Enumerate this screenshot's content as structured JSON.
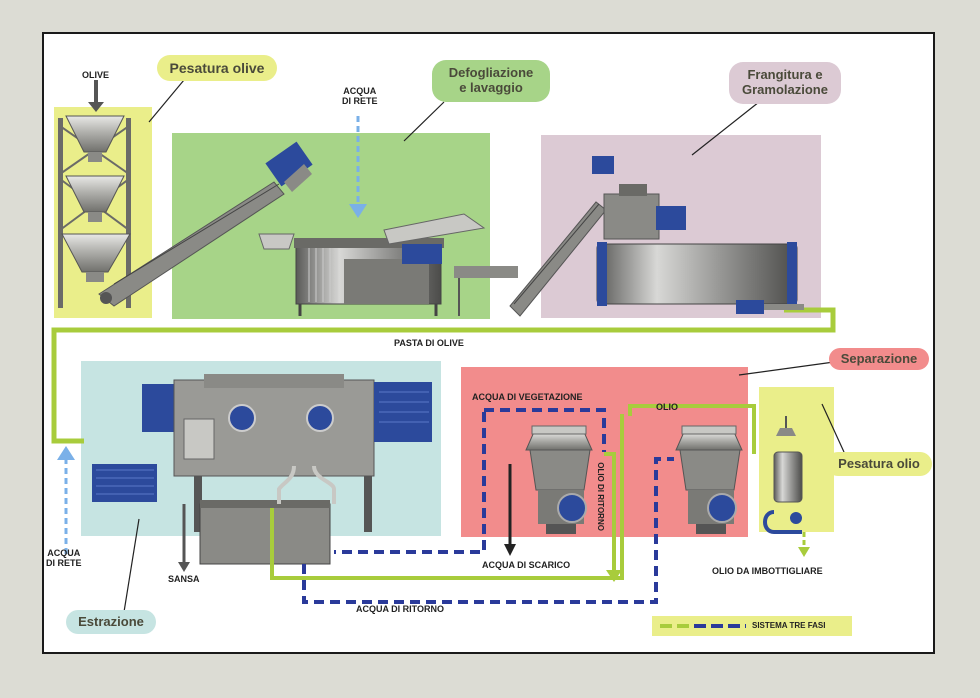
{
  "stages": {
    "pesatura_olive": "Pesatura olive",
    "defogliazione": "Defogliazione\ne lavaggio",
    "frangitura": "Frangitura e\nGramolazione",
    "separazione": "Separazione",
    "pesatura_olio": "Pesatura olio",
    "estrazione": "Estrazione"
  },
  "labels": {
    "olive": "OLIVE",
    "acqua_rete_top": "ACQUA\nDI RETE",
    "pasta_di_olive": "PASTA DI OLIVE",
    "acqua_di_vegetazione": "ACQUA DI VEGETAZIONE",
    "olio": "OLIO",
    "olio_di_ritorno": "OLIO DI RITORNO",
    "acqua_rete_left": "ACQUA\nDI RETE",
    "sansa": "SANSA",
    "acqua_di_scarico": "ACQUA DI SCARICO",
    "olio_da_imbottigliare": "OLIO DA IMBOTTIGLIARE",
    "acqua_di_ritorno": "ACQUA DI RITORNO"
  },
  "legend": {
    "label": "SISTEMA TRE FASI"
  },
  "colors": {
    "yellow_zone": "#eaee8a",
    "green_zone": "#a7d488",
    "purple_zone": "#dccad4",
    "teal_zone": "#c6e4e2",
    "red_zone": "#f28c8c",
    "green_pipe": "#a8cc3c",
    "blue_pipe": "#2a3a9a",
    "machine_grey": "#9a9a96",
    "motor_blue": "#2c4a9c",
    "light_blue_arrow": "#7ab0e8"
  }
}
